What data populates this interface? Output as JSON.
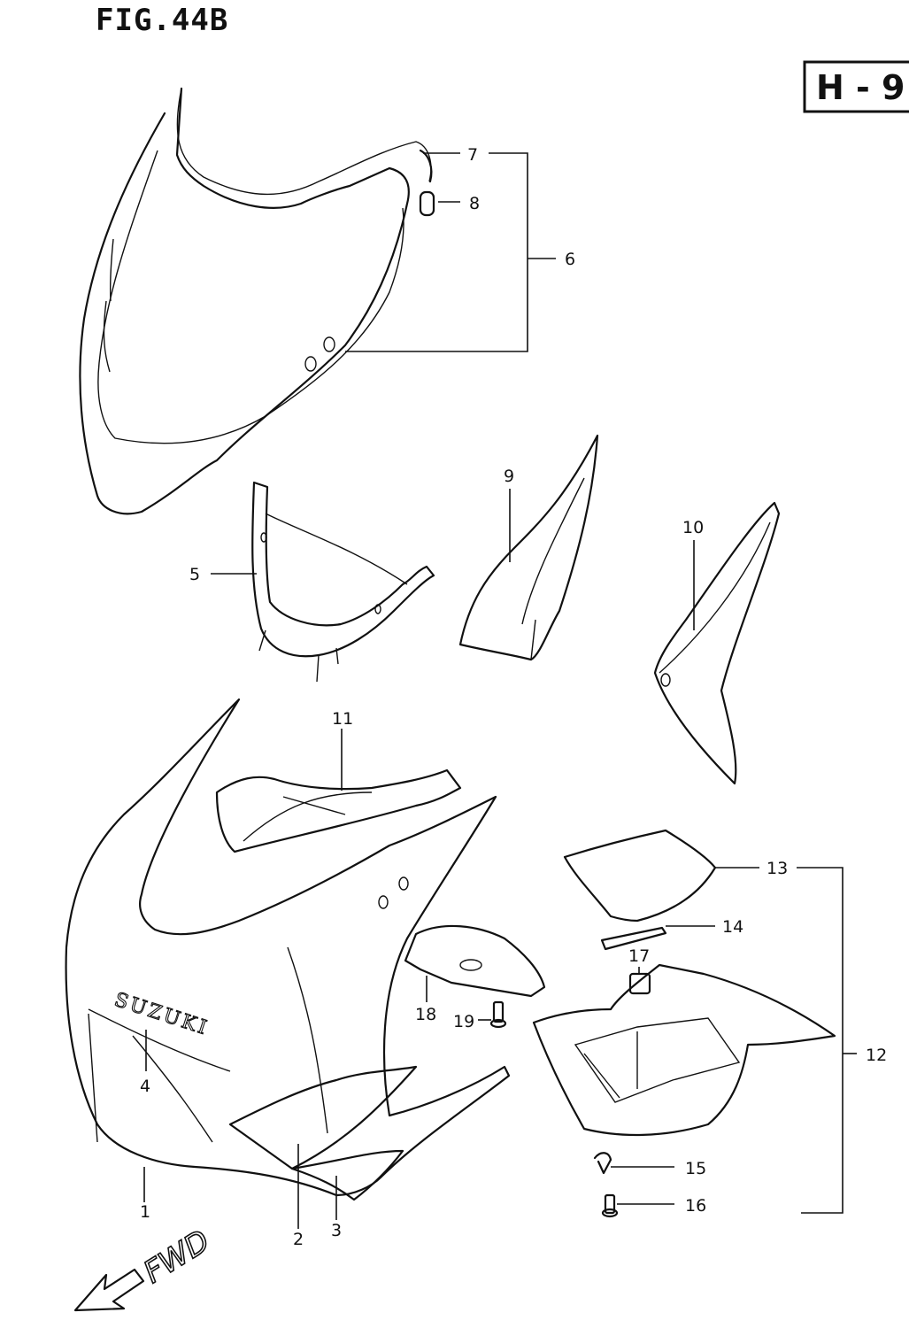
{
  "figure": {
    "title": "FIG.44B",
    "section_code": "H - 9"
  },
  "logo_text": "SUZUKI",
  "direction_text": "FWD",
  "callouts": [
    {
      "id": "1",
      "label": "1"
    },
    {
      "id": "2",
      "label": "2"
    },
    {
      "id": "3",
      "label": "3"
    },
    {
      "id": "4",
      "label": "4"
    },
    {
      "id": "5",
      "label": "5"
    },
    {
      "id": "6",
      "label": "6"
    },
    {
      "id": "7",
      "label": "7"
    },
    {
      "id": "8",
      "label": "8"
    },
    {
      "id": "9",
      "label": "9"
    },
    {
      "id": "10",
      "label": "10"
    },
    {
      "id": "11",
      "label": "11"
    },
    {
      "id": "12",
      "label": "12"
    },
    {
      "id": "13",
      "label": "13"
    },
    {
      "id": "14",
      "label": "14"
    },
    {
      "id": "15",
      "label": "15"
    },
    {
      "id": "16",
      "label": "16"
    },
    {
      "id": "17",
      "label": "17"
    },
    {
      "id": "18",
      "label": "18"
    },
    {
      "id": "19",
      "label": "19"
    }
  ]
}
